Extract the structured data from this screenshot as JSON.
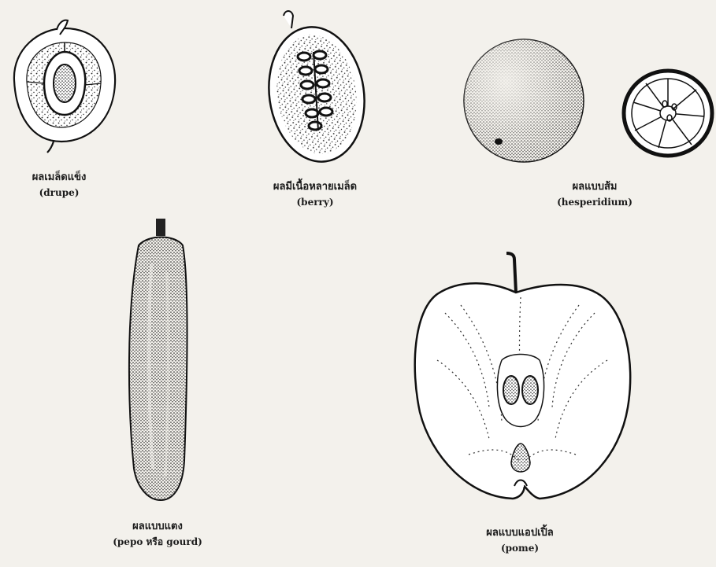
{
  "figures": [
    {
      "thai": "ผลเมล็ดแข็ง",
      "english": "(drupe)"
    },
    {
      "thai": "ผลมีเนื้อหลายเมล็ด",
      "english": "(berry)"
    },
    {
      "thai": "ผลแบบส้ม",
      "english": "(hesperidium)"
    },
    {
      "thai": "ผลแบบแตง",
      "english": "(pepo หรือ gourd)"
    },
    {
      "thai": "ผลแบบแอปเปิ้ล",
      "english": "(pome)"
    }
  ]
}
